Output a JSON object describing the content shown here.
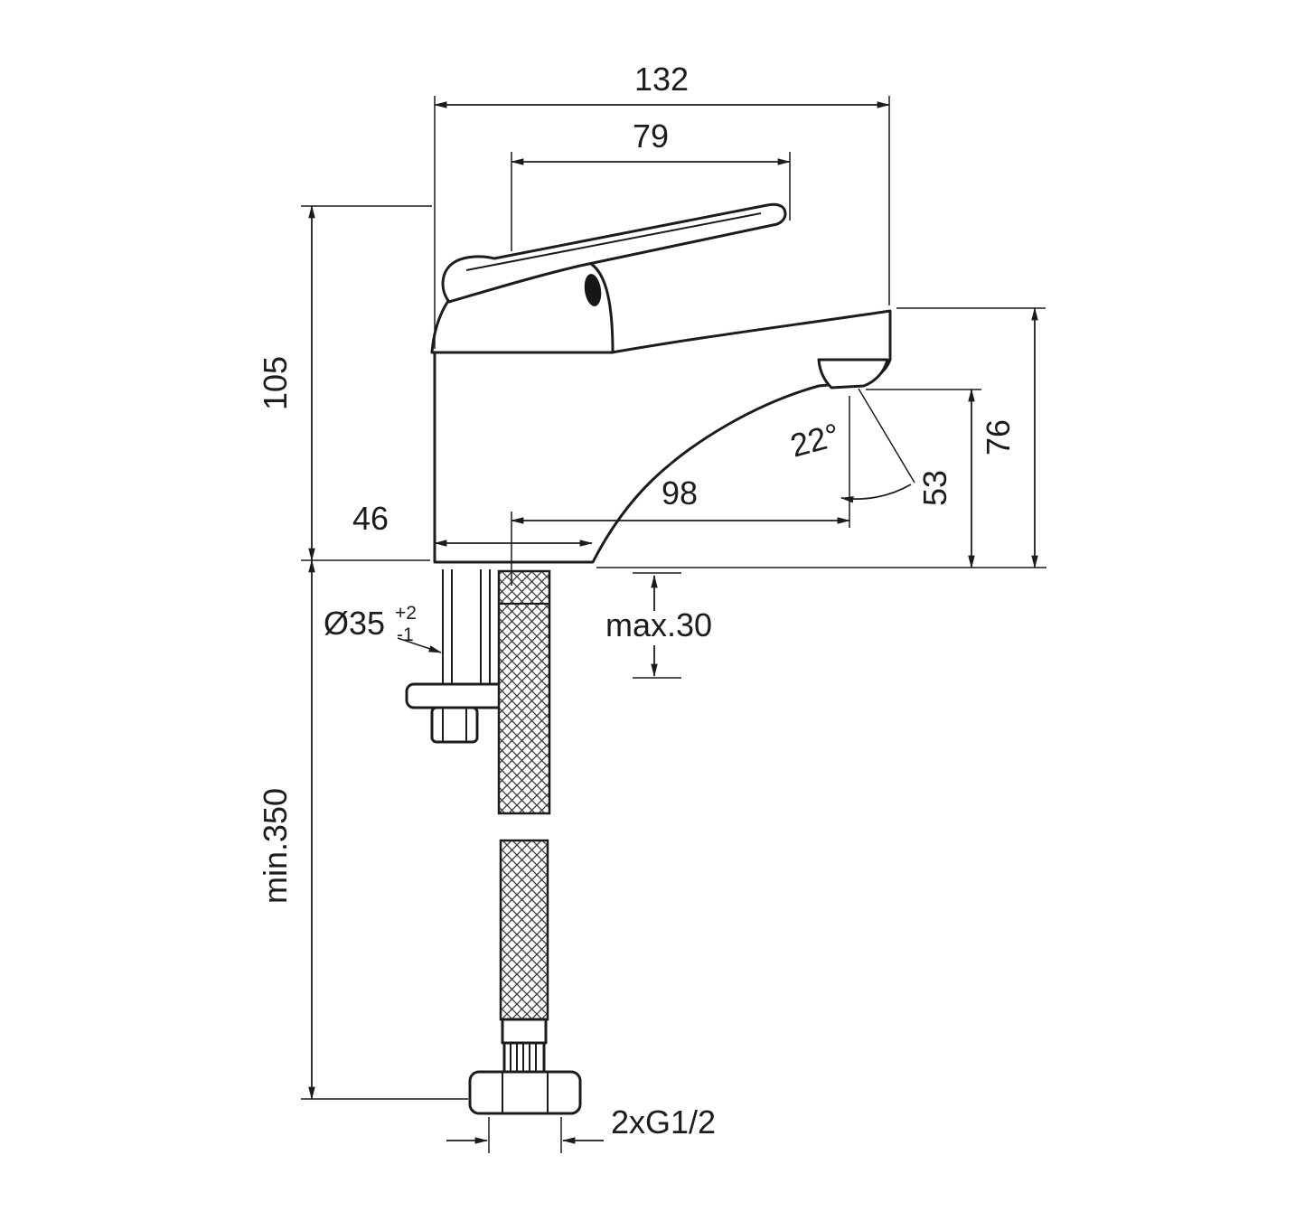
{
  "drawing": {
    "dims": {
      "total_width": "132",
      "lever_length": "79",
      "body_height": "105",
      "base_width": "46",
      "spout_reach": "98",
      "spout_angle": "22°",
      "outlet_height": "53",
      "spout_top_height": "76",
      "max_deck_thickness": "max.30",
      "hole_diameter": "Ø35",
      "hole_tol_plus": "+2",
      "hole_tol_minus": "-1",
      "min_hose_length": "min.350",
      "connection_thread": "2xG1/2"
    },
    "colors": {
      "line": "#1c1c1c",
      "background": "#ffffff"
    }
  }
}
